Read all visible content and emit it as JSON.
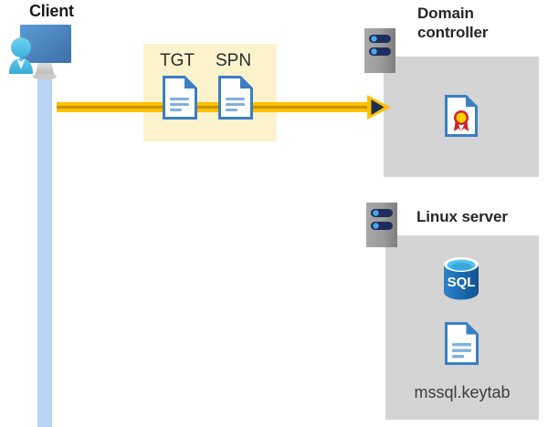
{
  "diagram": {
    "title_client": "Client",
    "title_domain_controller": "Domain\ncontroller",
    "title_domain_controller_line1": "Domain",
    "title_domain_controller_line2": "controller",
    "title_linux_server": "Linux server",
    "keytab_file_label": "mssql.keytab",
    "ticket_labels": {
      "tgt": "TGT",
      "spn": "SPN"
    },
    "sql_icon_text": "SQL",
    "icons": {
      "client": "user-monitor-icon",
      "tgt_document": "document-icon",
      "spn_document": "document-icon",
      "domain_controller_server": "server-icon",
      "linux_server": "server-icon",
      "certificate": "certificate-document-icon",
      "sql_database": "sql-database-icon",
      "keytab_document": "document-icon",
      "flow_arrow": "arrow-right-icon"
    },
    "colors": {
      "highlight_box": "#fcf3cd",
      "panel_gray": "#d4d4d4",
      "lifeline_blue": "#b9d5f5",
      "arrow_gold": "#ffc000",
      "arrow_dark": "#1f2d4d",
      "document_blue": "#3a7fc4",
      "sql_blue": "#1b6cb5",
      "server_gray": "#9d9d9d",
      "server_bar_navy": "#1f2d5c",
      "server_led_blue": "#4aa8e8",
      "cert_yellow": "#ffd400",
      "cert_red": "#d42027",
      "text_dark": "#262626",
      "text_body": "#3d3d3d"
    }
  }
}
